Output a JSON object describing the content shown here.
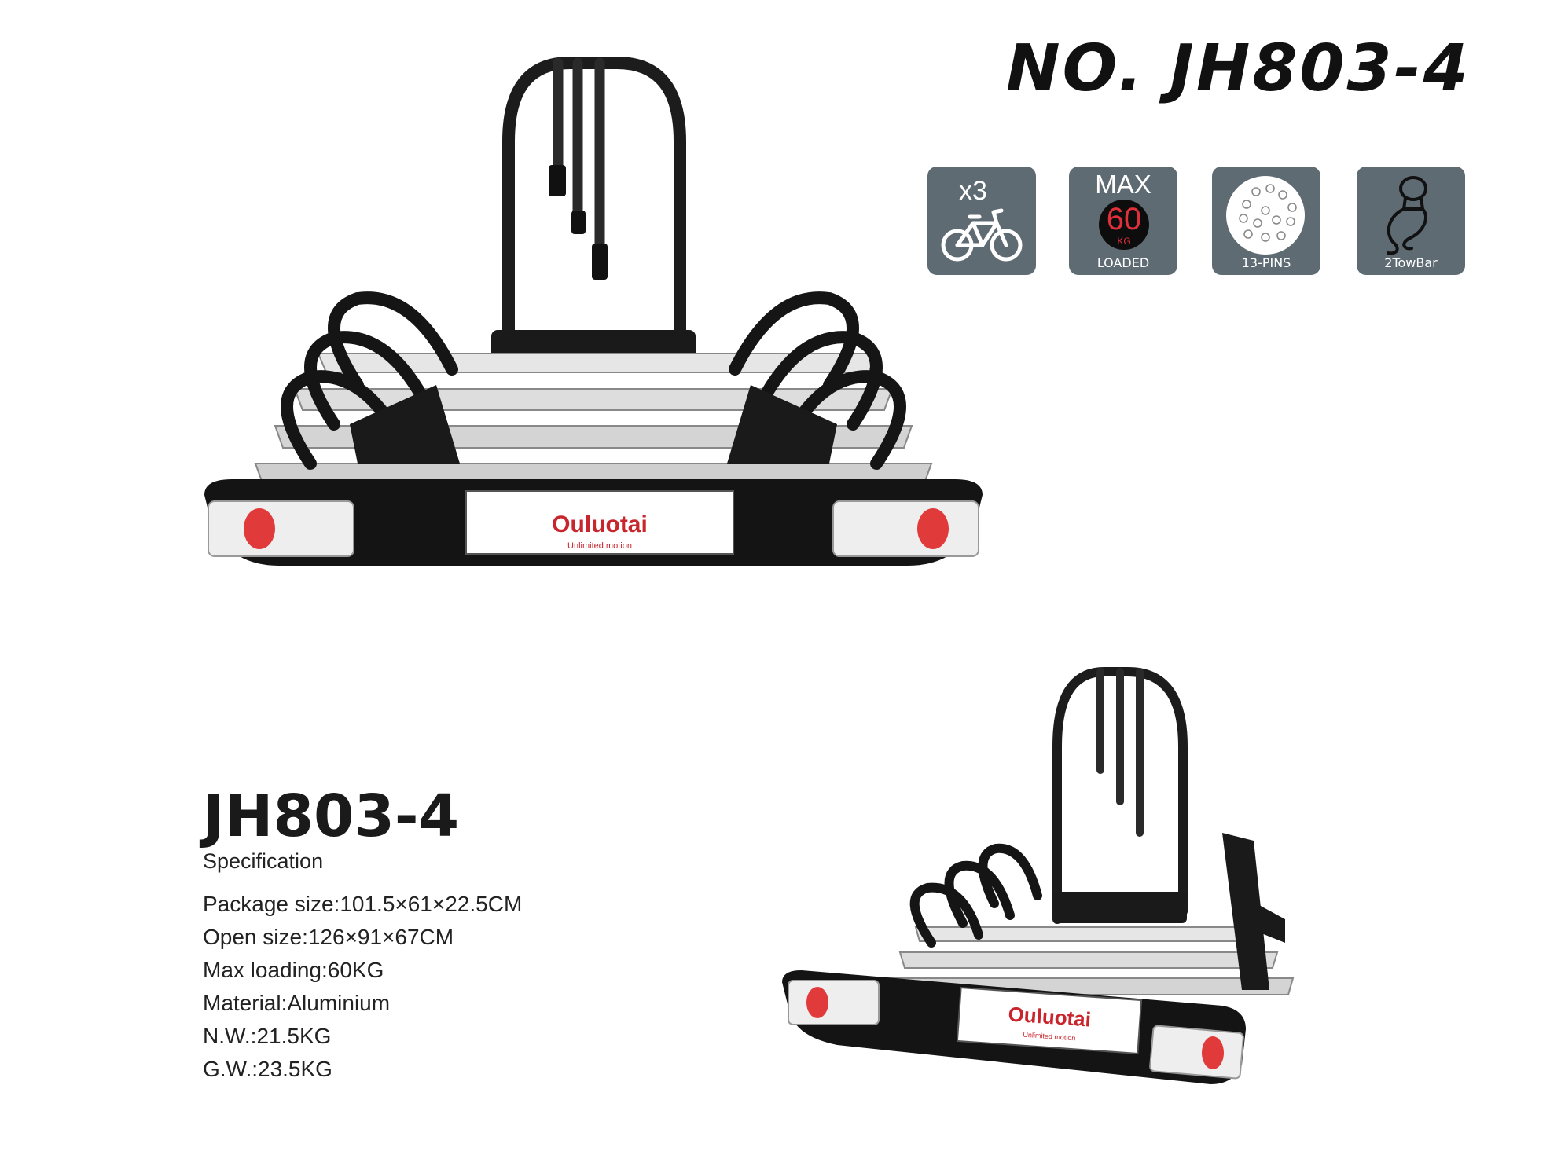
{
  "header": {
    "title": "NO. JH803-4"
  },
  "features": {
    "bikes": {
      "count": "x3",
      "icon": "bicycle-icon"
    },
    "load": {
      "max_label": "MAX",
      "value": "60",
      "unit": "KG",
      "caption": "LOADED"
    },
    "pins": {
      "caption": "13-PINS",
      "icon": "socket-pins-icon"
    },
    "towbar": {
      "caption": "2TowBar",
      "icon": "tow-ball-icon"
    }
  },
  "products": {
    "main": {
      "brand": "Ouluotai",
      "tagline": "Unlimited motion"
    },
    "secondary": {
      "brand": "Ouluotai",
      "tagline": "Unlimited motion"
    }
  },
  "specification": {
    "model": "JH803-4",
    "heading": "Specification",
    "items": [
      "Package size:101.5×61×22.5CM",
      "Open size:126×91×67CM",
      "Max loading:60KG",
      "Material:Aluminium",
      "N.W.:21.5KG",
      "G.W.:23.5KG"
    ]
  },
  "colors": {
    "tile": "#5f6b72",
    "brand_red": "#c8252c",
    "reflector": "#e03a3a"
  }
}
